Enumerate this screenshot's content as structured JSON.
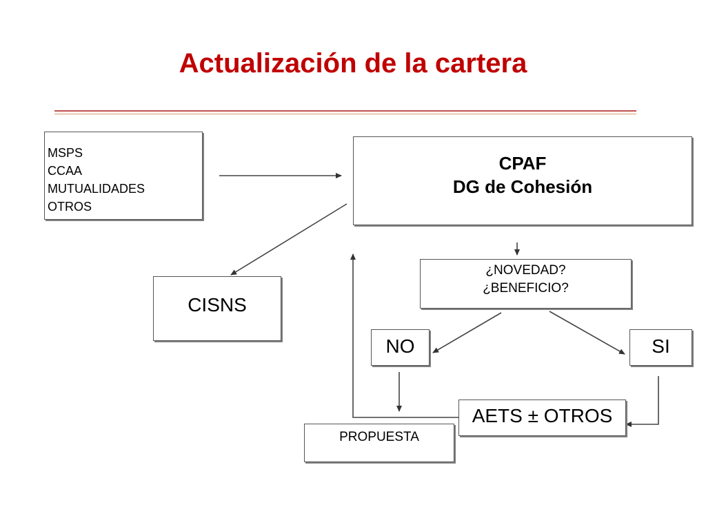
{
  "title": "Actualización de la cartera",
  "sources": {
    "items": [
      "MSPS",
      "CCAA",
      "MUTUALIDADES",
      "OTROS"
    ]
  },
  "cpaf": {
    "line1": "CPAF",
    "line2": "DG de Cohesión"
  },
  "question": {
    "line1": "¿NOVEDAD?",
    "line2": "¿BENEFICIO?"
  },
  "cisns": "CISNS",
  "no": "NO",
  "si": "SI",
  "aets": "AETS ± OTROS",
  "propuesta": "PROPUESTA",
  "colors": {
    "title": "#c00000",
    "rule": "#c0504d",
    "line": "#333333"
  }
}
